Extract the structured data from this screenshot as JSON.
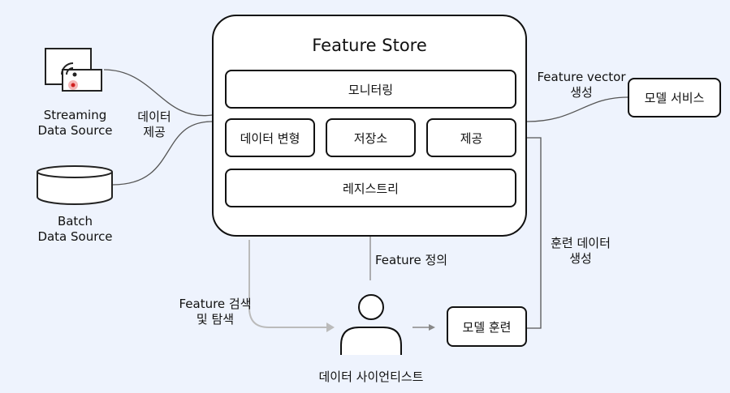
{
  "feature_store": {
    "title": "Feature Store",
    "monitoring": "모니터링",
    "data_transform": "데이터 변형",
    "storage": "저장소",
    "serving": "제공",
    "registry": "레지스트리"
  },
  "sources": {
    "streaming": "Streaming\nData Source",
    "batch": "Batch\nData Source",
    "provide_label": "데이터\n제공"
  },
  "model_service": {
    "label": "모델 서비스",
    "vector_label": "Feature vector\n생성"
  },
  "training": {
    "model_training": "모델 훈련",
    "training_data_label": "훈련 데이터\n생성"
  },
  "scientist": {
    "label": "데이터 사이언티스트",
    "feature_definition": "Feature 정의",
    "search_label": "Feature 검색\n및 탐색"
  }
}
